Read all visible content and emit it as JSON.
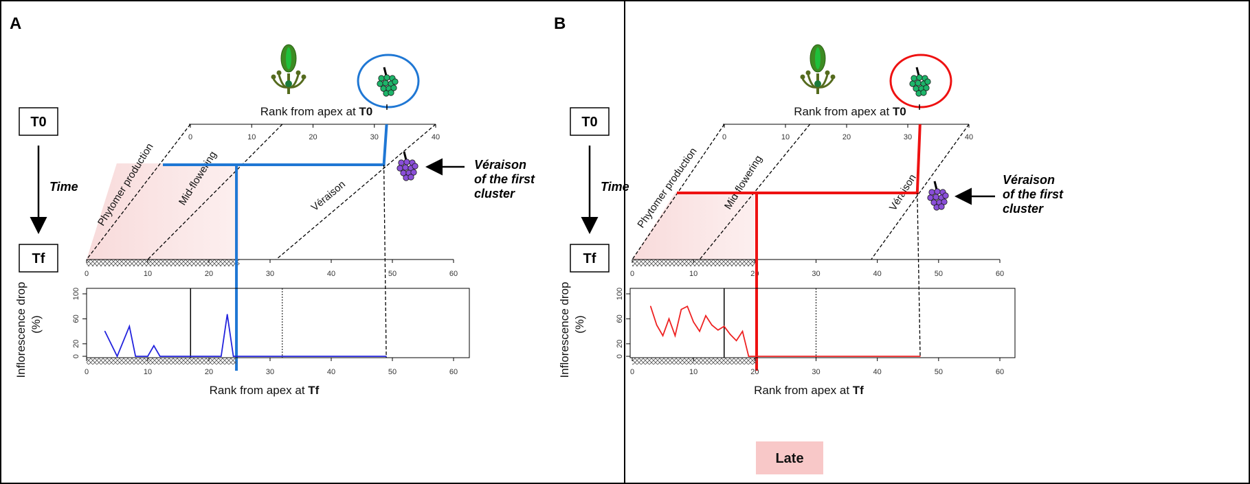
{
  "panels": [
    {
      "letter": "A",
      "top_axis_label": "Rank from apex at ",
      "top_axis_label_bold": "T0",
      "bottom_axis_label": "Rank from apex at ",
      "bottom_axis_label_bold": "Tf",
      "t0_label": "T0",
      "tf_label": "Tf",
      "time_label": "Time",
      "diag_labels": [
        "Phytomer production",
        "Mid-flowering",
        "Véraison"
      ],
      "veraison_note": [
        "Véraison",
        "of the first",
        "cluster"
      ],
      "drop_ylabel_line1": "Inflorescence drop",
      "drop_ylabel_line2": "(%)",
      "late_label": "",
      "accent_color": "#1f77d4",
      "drop_color": "#2222dd"
    },
    {
      "letter": "B",
      "top_axis_label": "Rank from apex at ",
      "top_axis_label_bold": "T0",
      "bottom_axis_label": "Rank from apex at ",
      "bottom_axis_label_bold": "Tf",
      "t0_label": "T0",
      "tf_label": "Tf",
      "time_label": "Time",
      "diag_labels": [
        "Phytomer production",
        "Mid-flowering",
        "Véraison"
      ],
      "veraison_note": [
        "Véraison",
        "of the first",
        "cluster"
      ],
      "drop_ylabel_line1": "Inflorescence drop",
      "drop_ylabel_line2": "(%)",
      "late_label": "Late",
      "accent_color": "#ee1111",
      "drop_color": "#ee2222"
    }
  ],
  "chart_data": [
    {
      "type": "line",
      "title": "",
      "xlabel": "Rank from apex at Tf",
      "ylabel": "Inflorescence drop (%)",
      "xlim": [
        0,
        60
      ],
      "ylim": [
        0,
        100
      ],
      "x_ticks": [
        0,
        10,
        20,
        30,
        40,
        50,
        60
      ],
      "y_ticks": [
        0,
        20,
        60,
        100
      ],
      "top_axis_ticks": [
        0,
        10,
        20,
        30,
        40
      ],
      "bottom_axis_ticks": [
        0,
        10,
        20,
        30,
        40,
        50,
        60
      ],
      "mid_flowering_rank": 17,
      "dotted_rank": 32,
      "veraison_rank": 49,
      "x": [
        3,
        5,
        7,
        8,
        10,
        11,
        12,
        22,
        23,
        24,
        49
      ],
      "y": [
        40,
        0,
        48,
        0,
        0,
        17,
        0,
        0,
        67,
        0,
        0
      ]
    },
    {
      "type": "line",
      "title": "",
      "xlabel": "Rank from apex at Tf",
      "ylabel": "Inflorescence drop (%)",
      "xlim": [
        0,
        60
      ],
      "ylim": [
        0,
        100
      ],
      "x_ticks": [
        0,
        10,
        20,
        30,
        40,
        50,
        60
      ],
      "y_ticks": [
        0,
        20,
        60,
        100
      ],
      "top_axis_ticks": [
        0,
        10,
        20,
        30,
        40
      ],
      "bottom_axis_ticks": [
        0,
        10,
        20,
        30,
        40,
        50,
        60
      ],
      "mid_flowering_rank": 15,
      "dotted_rank": 30,
      "veraison_rank": 47,
      "x": [
        3,
        4,
        5,
        6,
        7,
        8,
        9,
        10,
        11,
        12,
        13,
        14,
        15,
        16,
        17,
        18,
        19,
        47
      ],
      "y": [
        80,
        50,
        33,
        60,
        33,
        75,
        80,
        55,
        40,
        65,
        50,
        42,
        48,
        35,
        25,
        40,
        0,
        0
      ]
    }
  ]
}
